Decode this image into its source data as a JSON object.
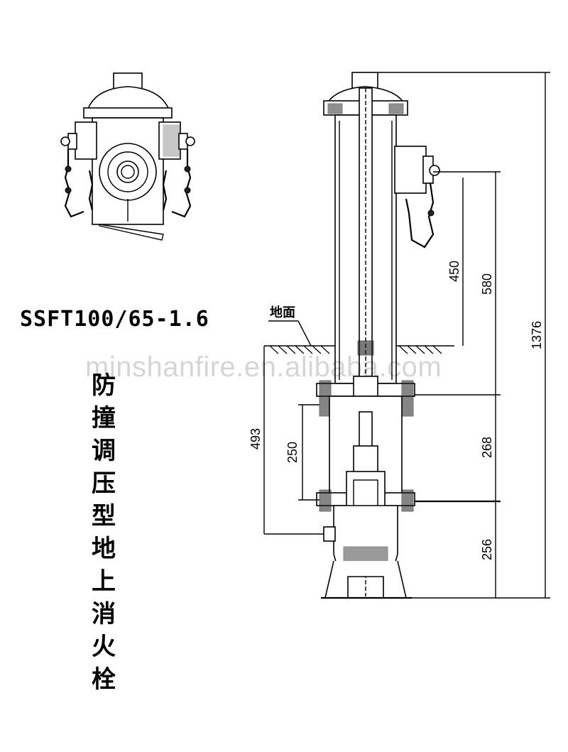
{
  "model": "SSFT100/65-1.6",
  "title_chars": [
    "防",
    "撞",
    "调",
    "压",
    "型",
    "地",
    "上",
    "消",
    "火",
    "栓"
  ],
  "ground_label": "地面",
  "watermark": "minshanfire.en.alibaba.com",
  "dimensions": {
    "d450": "450",
    "d580": "580",
    "d1376": "1376",
    "d493": "493",
    "d250": "250",
    "d268": "268",
    "d256": "256"
  }
}
